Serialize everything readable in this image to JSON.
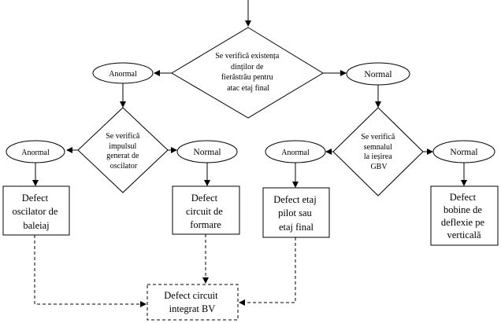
{
  "diagram": {
    "decisions": {
      "main": [
        "Se verifică existența",
        "dinților de",
        "fierăstrău pentru",
        "atac etaj final"
      ],
      "left": [
        "Se verifică",
        "impulsul",
        "generat de",
        "oscilator"
      ],
      "right": [
        "Se verifică",
        "semnalul",
        "la ieșirea",
        "GBV"
      ]
    },
    "outcomes": {
      "main_left": "Anormal",
      "main_right": "Normal",
      "left_left": "Anormal",
      "left_right": "Normal",
      "right_left": "Anormal",
      "right_right": "Normal"
    },
    "boxes": {
      "oscillator": [
        "Defect",
        "oscilator de",
        "baleiaj"
      ],
      "forming": [
        "Defect",
        "circuit de",
        "formare"
      ],
      "pilot": [
        "Defect etaj",
        "pilot sau",
        "etaj final"
      ],
      "coils": [
        "Defect",
        "bobine de",
        "deflexie pe",
        "verticală"
      ],
      "integrated": [
        "Defect circuit",
        "integrat BV"
      ]
    }
  }
}
